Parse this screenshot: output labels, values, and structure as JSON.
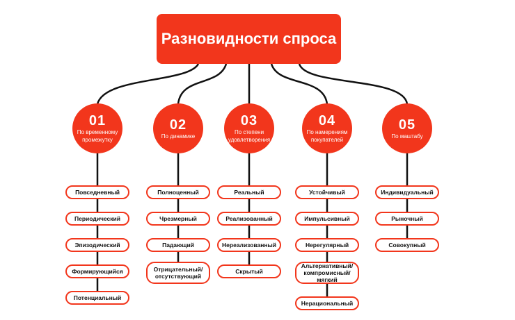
{
  "title": "Разновидности спроса",
  "categories": [
    {
      "num": "01",
      "label": "По временному промежутку",
      "items": [
        "Повседневный",
        "Периодический",
        "Эпизодический",
        "Формирующийся",
        "Потенциальный"
      ]
    },
    {
      "num": "02",
      "label": "По динамике",
      "items": [
        "Полноценный",
        "Чрезмерный",
        "Падающий",
        "Отрицательный/ отсутствующий"
      ]
    },
    {
      "num": "03",
      "label": "По степени удовлетворения",
      "items": [
        "Реальный",
        "Реализованный",
        "Нереализованный",
        "Скрытый"
      ]
    },
    {
      "num": "04",
      "label": "По намерениям покупателей",
      "items": [
        "Устойчивый",
        "Импульсивный",
        "Нерегулярный",
        "Альтернативный/ компромисный/ мягкий",
        "Нерациональный"
      ]
    },
    {
      "num": "05",
      "label": "По маштабу",
      "items": [
        "Индивидуальный",
        "Рыночный",
        "Совокупный"
      ]
    }
  ]
}
